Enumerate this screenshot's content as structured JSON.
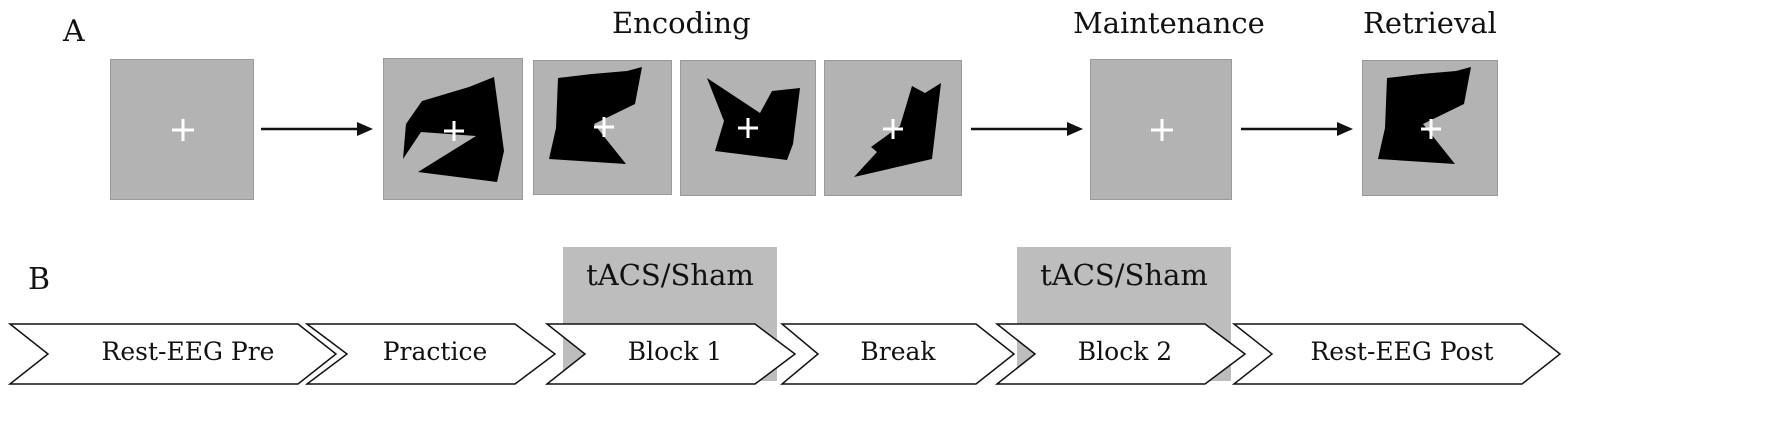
{
  "panel_a": {
    "letter": "A",
    "phase_labels": {
      "encoding": "Encoding",
      "maintenance": "Maintenance",
      "retrieval": "Retrieval"
    },
    "fixation_symbol": "+",
    "stimulus_background": "#b3b3b3",
    "shape_color": "#000000"
  },
  "panel_b": {
    "letter": "B",
    "stimulation_labels": [
      "tACS/Sham",
      "tACS/Sham"
    ],
    "steps": [
      "Rest-EEG Pre",
      "Practice",
      "Block 1",
      "Break",
      "Block 2",
      "Rest-EEG Post"
    ]
  }
}
